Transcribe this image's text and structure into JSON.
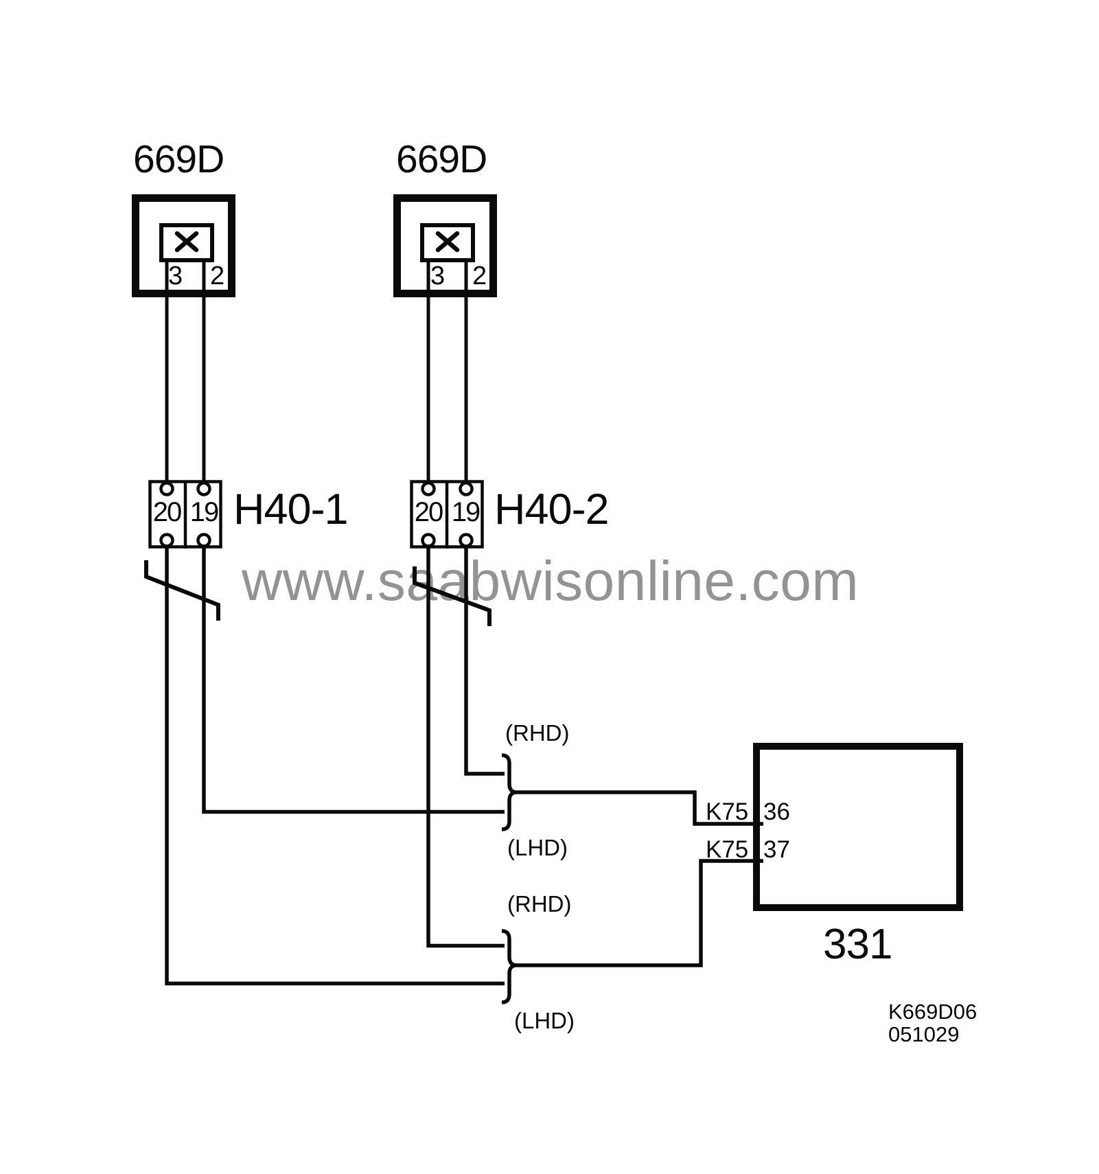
{
  "colors": {
    "line": "#0a0a0a",
    "watermark": "#939393",
    "background": "#ffffff"
  },
  "watermark": "www.saabwisonline.com",
  "lamps": [
    {
      "label": "669D",
      "pin_left": "3",
      "pin_right": "2"
    },
    {
      "label": "669D",
      "pin_left": "3",
      "pin_right": "2"
    }
  ],
  "connectors": [
    {
      "label": "H40-1",
      "pin_left": "20",
      "pin_right": "19"
    },
    {
      "label": "H40-2",
      "pin_left": "20",
      "pin_right": "19"
    }
  ],
  "variants": {
    "rhd_upper": "(RHD)",
    "lhd_upper": "(LHD)",
    "rhd_lower": "(RHD)",
    "lhd_lower": "(LHD)"
  },
  "ecu": {
    "label": "331",
    "pin36_connector": "K75",
    "pin36": "36",
    "pin37_connector": "K75",
    "pin37": "37"
  },
  "footer": {
    "doc_code": "K669D06",
    "doc_date": "051029"
  }
}
